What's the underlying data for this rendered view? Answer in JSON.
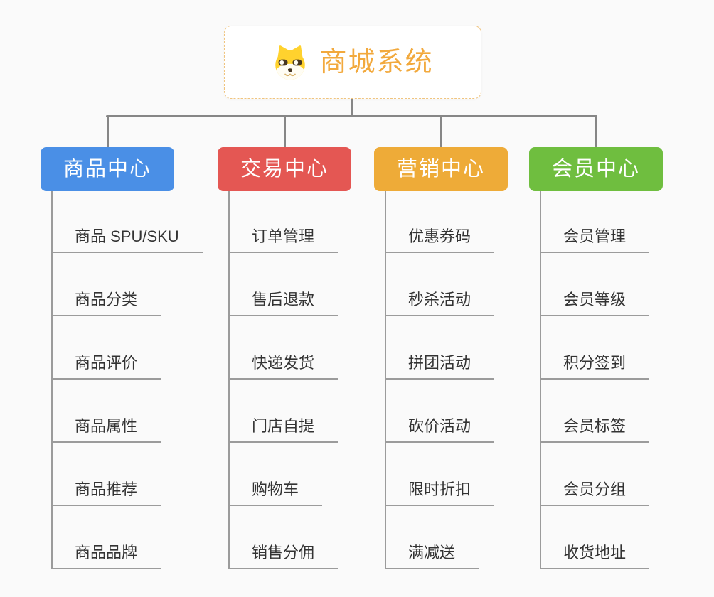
{
  "root": {
    "title": "商城系统",
    "icon": "shiba-dog-icon"
  },
  "branches": [
    {
      "key": "product-center",
      "label": "商品中心",
      "color": "#4a8fe6",
      "items": [
        "商品 SPU/SKU",
        "商品分类",
        "商品评价",
        "商品属性",
        "商品推荐",
        "商品品牌"
      ]
    },
    {
      "key": "trade-center",
      "label": "交易中心",
      "color": "#e45753",
      "items": [
        "订单管理",
        "售后退款",
        "快递发货",
        "门店自提",
        "购物车",
        "销售分佣"
      ]
    },
    {
      "key": "marketing-center",
      "label": "营销中心",
      "color": "#eeab38",
      "items": [
        "优惠券码",
        "秒杀活动",
        "拼团活动",
        "砍价活动",
        "限时折扣",
        "满减送"
      ]
    },
    {
      "key": "member-center",
      "label": "会员中心",
      "color": "#6fbe3f",
      "items": [
        "会员管理",
        "会员等级",
        "积分签到",
        "会员标签",
        "会员分组",
        "收货地址"
      ]
    }
  ],
  "colors": {
    "background": "#fafafa",
    "root_title": "#f2a93d",
    "root_border": "#f0c47e",
    "connector": "#868686",
    "subtopic_line": "#9b9b9b",
    "subtopic_text": "#333333"
  }
}
